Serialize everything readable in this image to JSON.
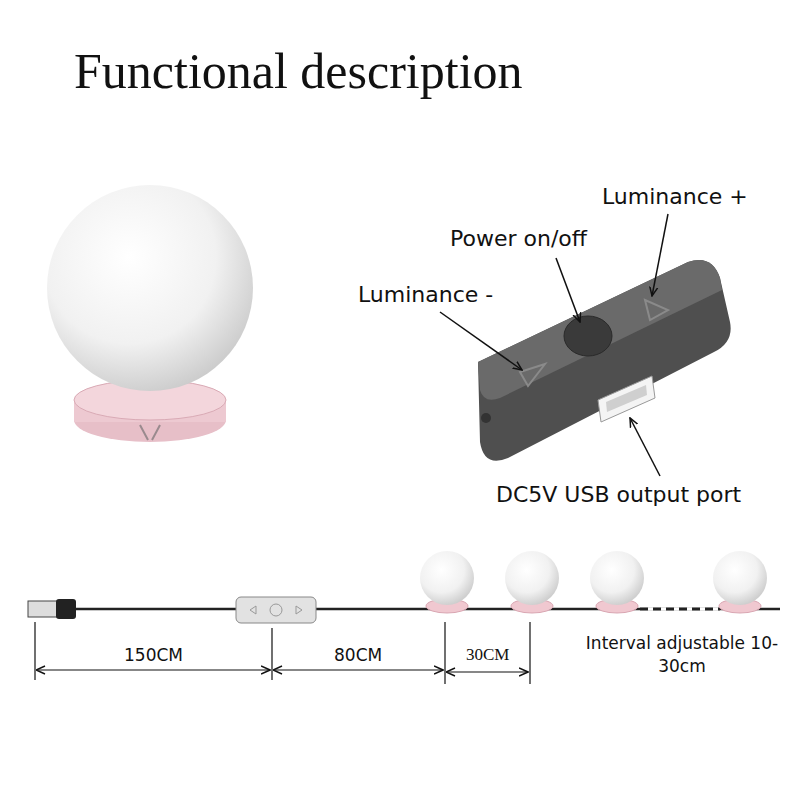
{
  "diagram": {
    "title": "Functional description",
    "labels": [
      "Luminance +",
      "Power on/off",
      "Luminance -",
      "DC5V USB output port",
      "150CM",
      "80CM",
      "30CM",
      "Interval adjustable 10-30cm"
    ]
  }
}
